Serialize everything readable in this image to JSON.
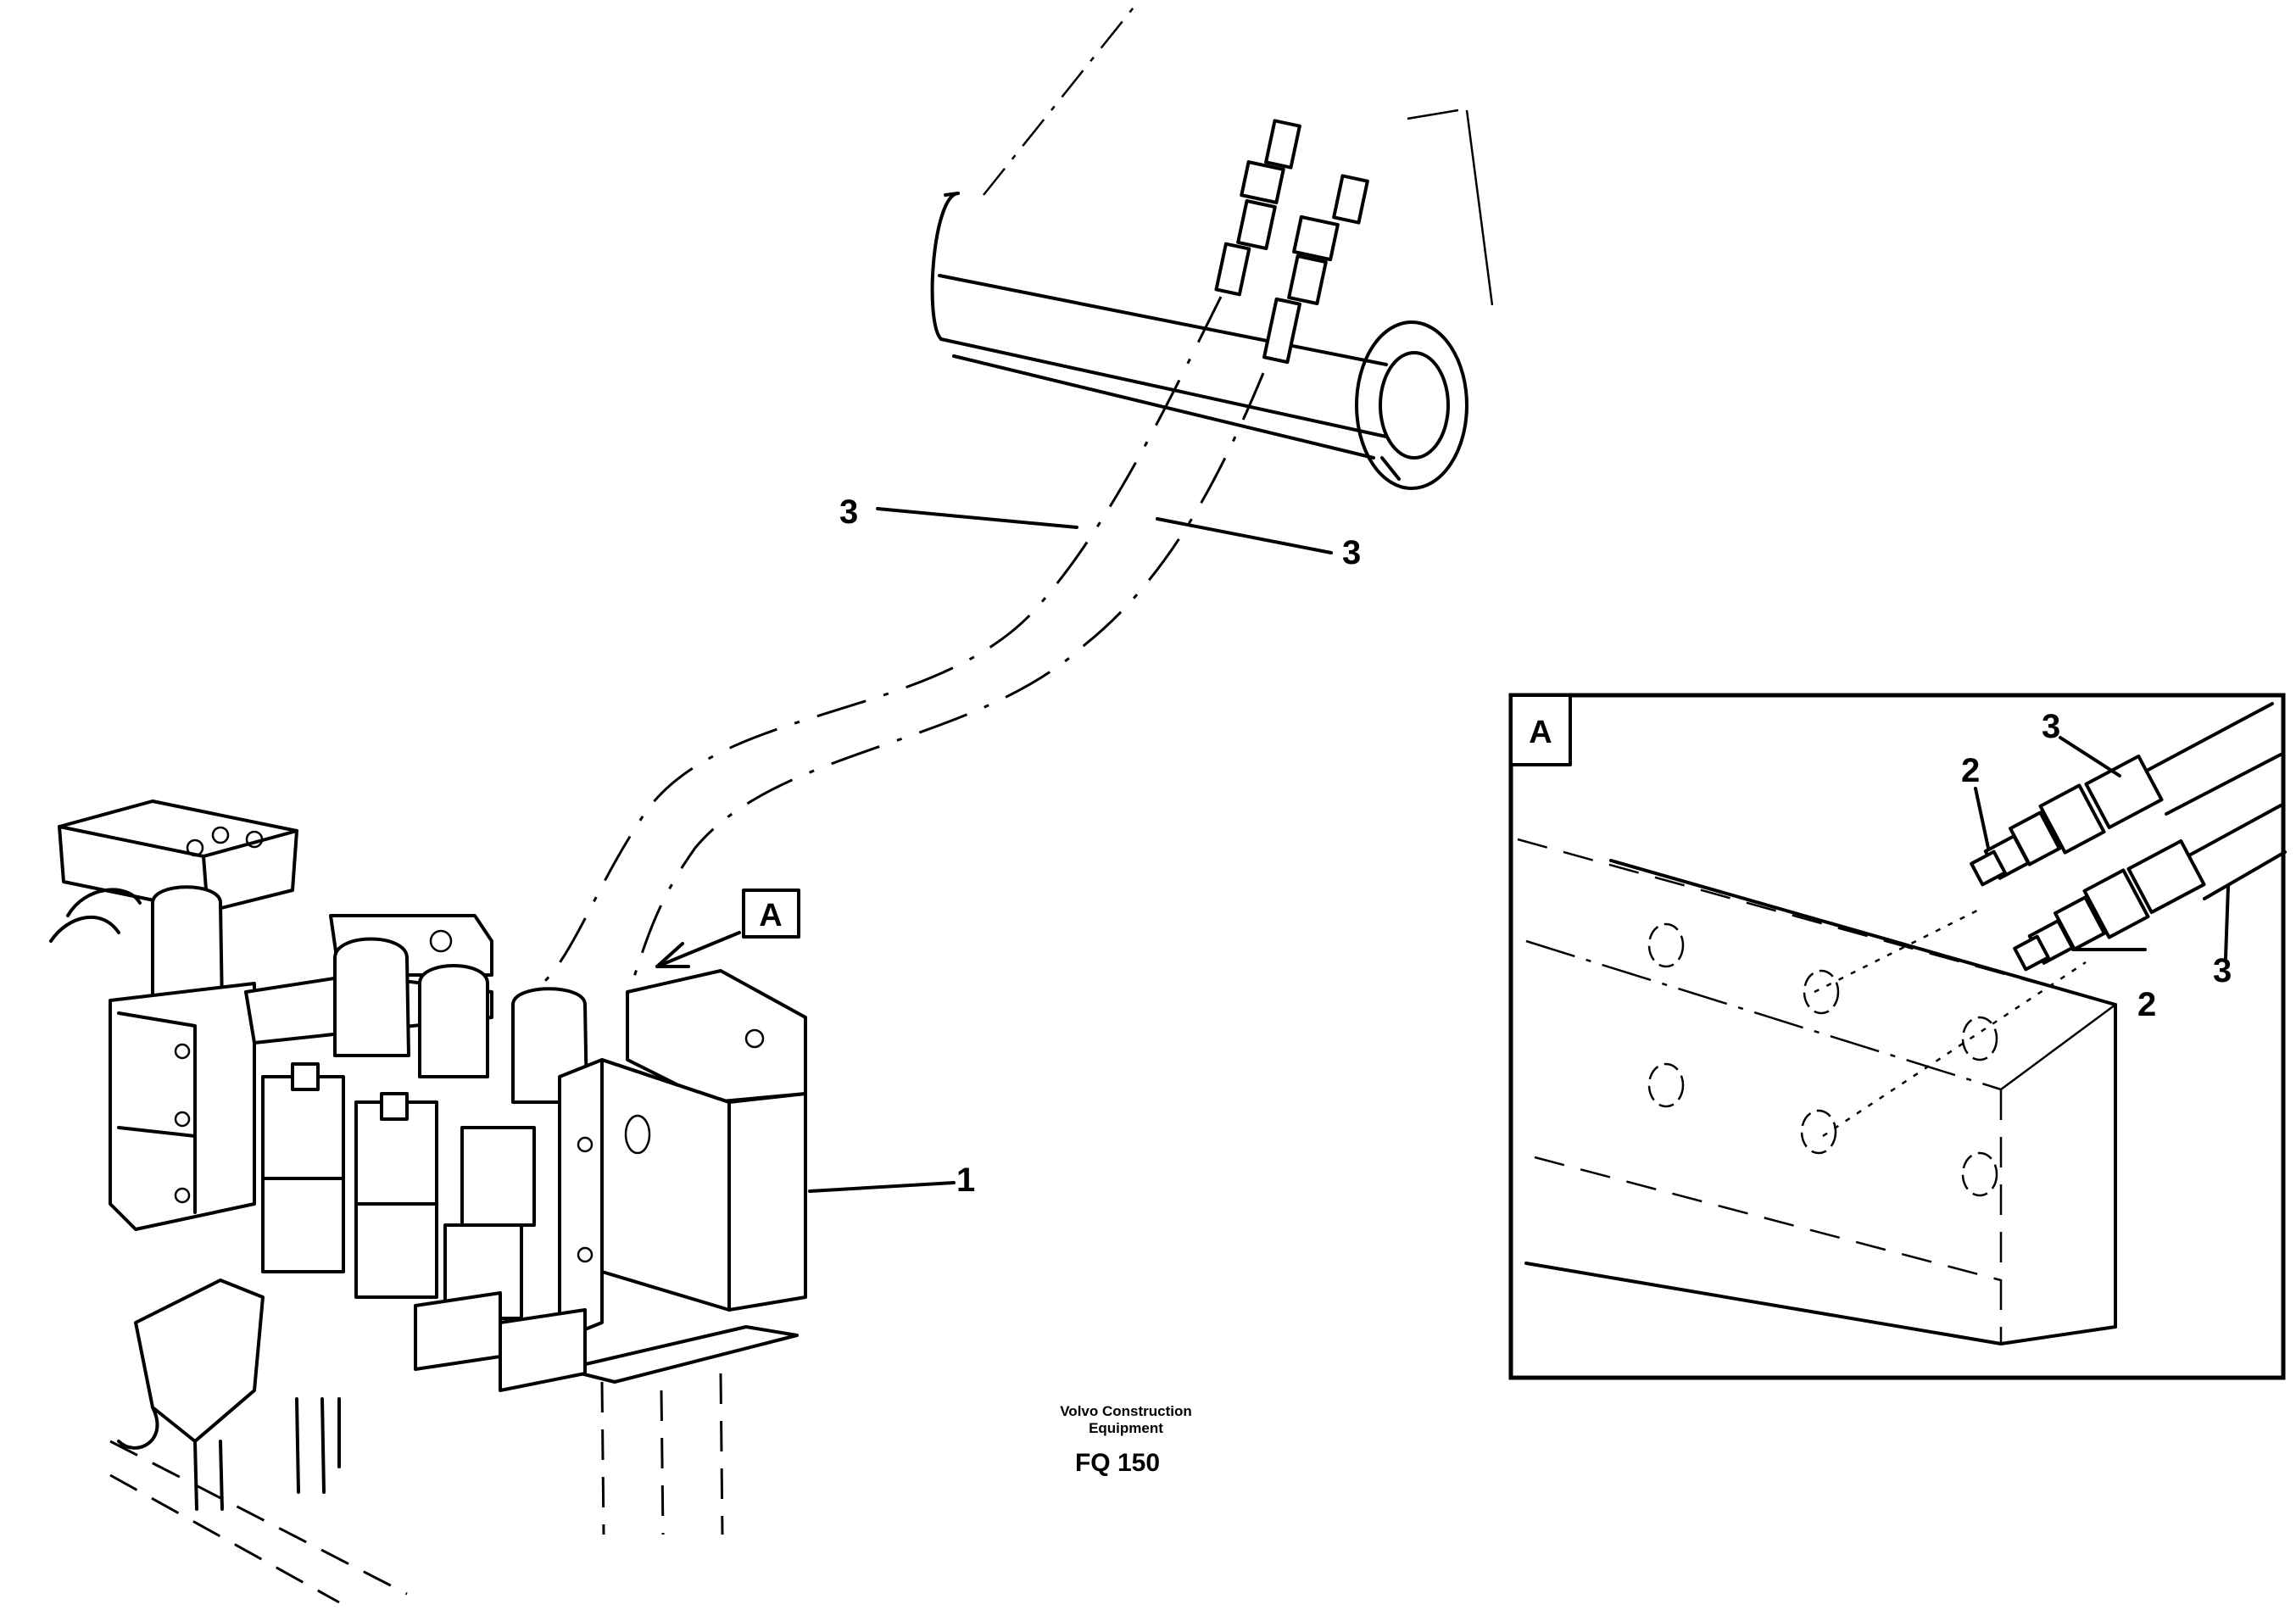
{
  "callouts": {
    "part_1": "1",
    "part_3_left": "3",
    "part_3_right": "3",
    "view_marker": "A",
    "detail_part_2_top": "2",
    "detail_part_3_top": "3",
    "detail_part_2_bottom": "2",
    "detail_part_3_bottom": "3"
  },
  "detail_box": {
    "label": "A"
  },
  "caption": {
    "company_line1": "Volvo Construction",
    "company_line2": "Equipment",
    "drawing_code": "FQ 150"
  }
}
